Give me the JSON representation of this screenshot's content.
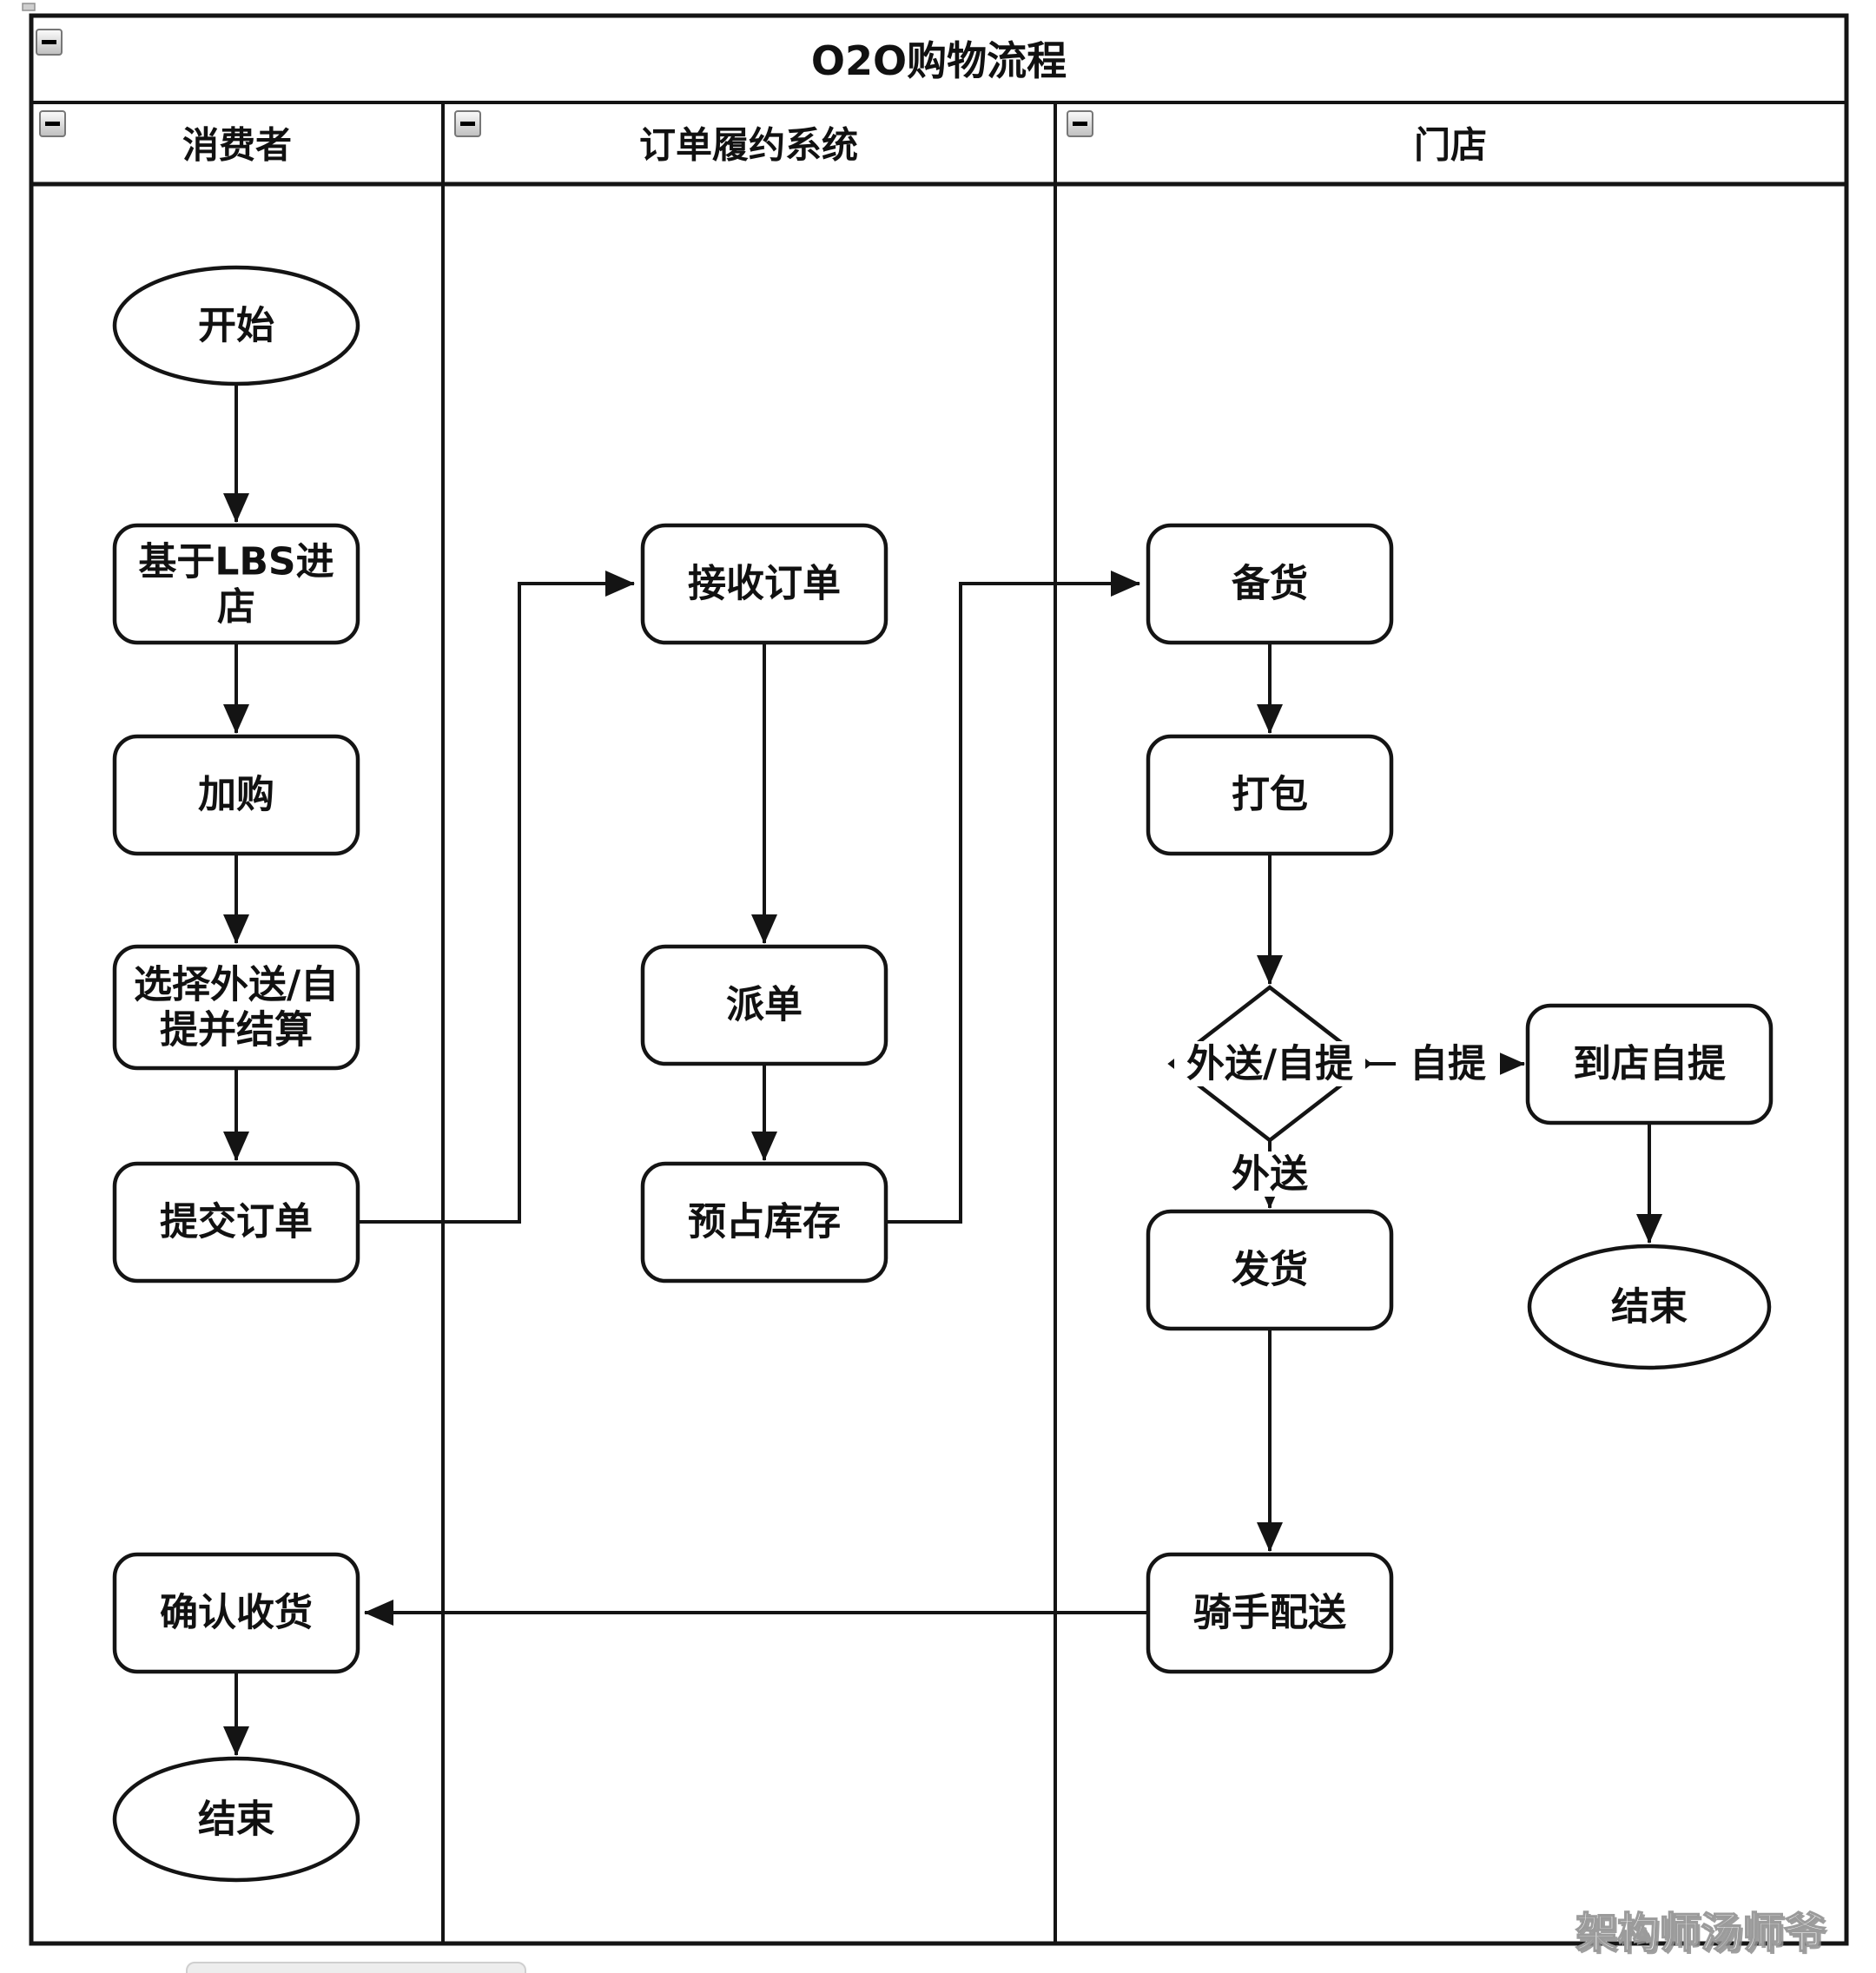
{
  "pool": {
    "title": "O2O购物流程"
  },
  "lanes": [
    {
      "label": "消费者"
    },
    {
      "label": "订单履约系统"
    },
    {
      "label": "门店"
    }
  ],
  "nodes": {
    "start_consumer": {
      "label": "开始",
      "type": "terminator"
    },
    "lbs_enter": {
      "line1": "基于LBS进",
      "line2": "店",
      "type": "process"
    },
    "add_to_cart": {
      "label": "加购",
      "type": "process"
    },
    "choose_mode": {
      "line1": "选择外送/自",
      "line2": "提并结算",
      "type": "process"
    },
    "submit_order": {
      "label": "提交订单",
      "type": "process"
    },
    "confirm_receipt": {
      "label": "确认收货",
      "type": "process"
    },
    "end_consumer": {
      "label": "结束",
      "type": "terminator"
    },
    "receive_order": {
      "label": "接收订单",
      "type": "process"
    },
    "dispatch": {
      "label": "派单",
      "type": "process"
    },
    "reserve_stock": {
      "label": "预占库存",
      "type": "process"
    },
    "prepare_goods": {
      "label": "备货",
      "type": "process"
    },
    "pack": {
      "label": "打包",
      "type": "process"
    },
    "decision_mode": {
      "label": "外送/自提",
      "type": "decision"
    },
    "store_pickup": {
      "label": "到店自提",
      "type": "process"
    },
    "end_store": {
      "label": "结束",
      "type": "terminator"
    },
    "ship": {
      "label": "发货",
      "type": "process"
    },
    "rider_delivery": {
      "label": "骑手配送",
      "type": "process"
    }
  },
  "edge_labels": {
    "pickup": "自提",
    "delivery": "外送"
  },
  "watermark": {
    "text": "架构师汤师爷"
  },
  "colors": {
    "shape_stroke": "#141414",
    "collapse_button_bg": "#c9c9c9",
    "watermark_fill": "#ffffff",
    "watermark_outline": "#9b9b9b"
  }
}
